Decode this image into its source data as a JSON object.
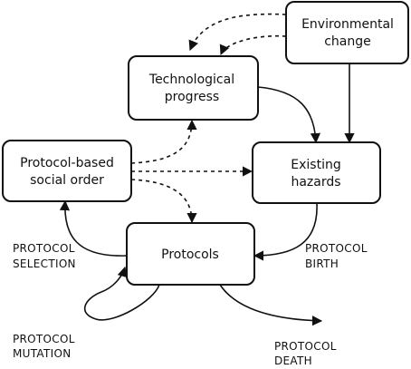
{
  "nodes": {
    "environmental_change": {
      "line1": "Environmental",
      "line2": "change"
    },
    "technological_progress": {
      "line1": "Technological",
      "line2": "progress"
    },
    "protocol_social_order": {
      "line1": "Protocol-based",
      "line2": "social order"
    },
    "existing_hazards": {
      "line1": "Existing",
      "line2": "hazards"
    },
    "protocols": {
      "label": "Protocols"
    }
  },
  "edge_labels": {
    "selection": {
      "line1": "PROTOCOL",
      "line2": "SELECTION"
    },
    "birth": {
      "line1": "PROTOCOL",
      "line2": "BIRTH"
    },
    "mutation": {
      "line1": "PROTOCOL",
      "line2": "MUTATION"
    },
    "death": {
      "line1": "PROTOCOL",
      "line2": "DEATH"
    }
  },
  "colors": {
    "stroke": "#111111",
    "background": "#ffffff"
  }
}
